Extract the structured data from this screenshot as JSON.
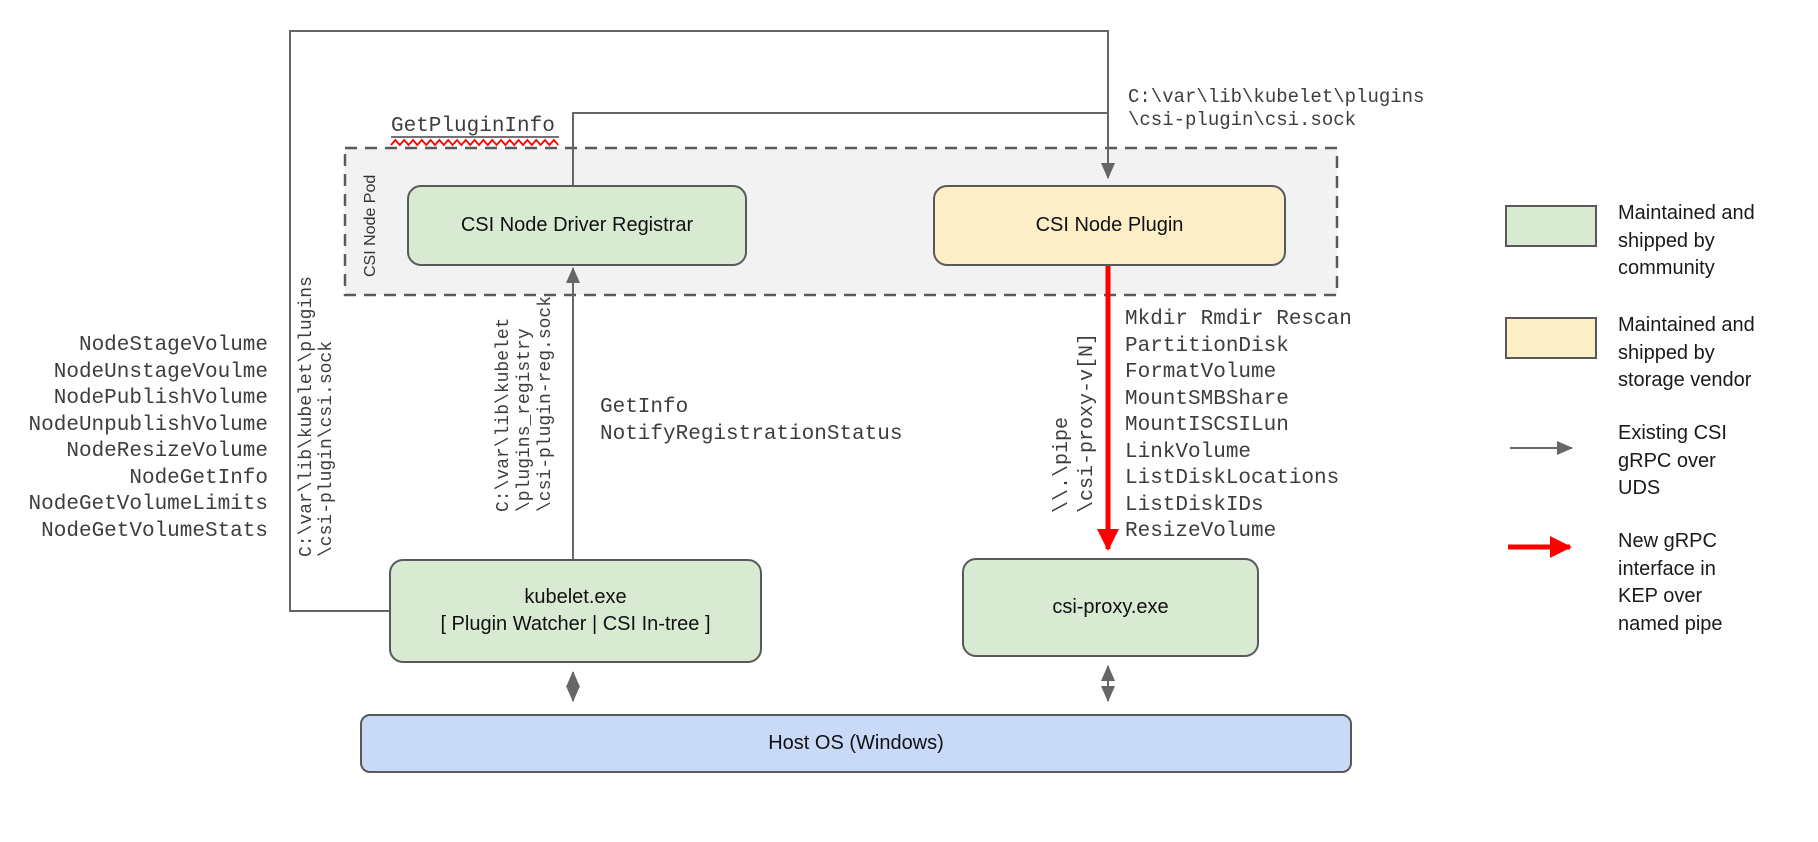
{
  "pod": {
    "title": "CSI Node Pod"
  },
  "nodes": {
    "registrar": "CSI Node Driver Registrar",
    "plugin": "CSI Node Plugin",
    "kubelet": [
      "kubelet.exe",
      "[ Plugin Watcher | CSI In-tree ]"
    ],
    "csi_proxy": "csi-proxy.exe",
    "host_os": "Host OS (Windows)"
  },
  "labels": {
    "get_plugin_info": "GetPluginInfo",
    "csi_sock_path": [
      "C:\\var\\lib\\kubelet\\plugins",
      "\\csi-plugin\\csi.sock"
    ],
    "registration_sock_path": [
      "C:\\var\\lib\\kubelet",
      "\\plugins_registry",
      "\\csi-plugin-reg.sock"
    ],
    "registration_calls": [
      "GetInfo",
      "NotifyRegistrationStatus"
    ],
    "named_pipe_path": [
      "\\\\.\\pipe",
      "\\csi-proxy-v[N]"
    ],
    "node_rpc_calls": [
      "NodeStageVolume",
      "NodeUnstageVoulme",
      "NodePublishVolume",
      "NodeUnpublishVolume",
      "NodeResizeVolume",
      "NodeGetInfo",
      "NodeGetVolumeLimits",
      "NodeGetVolumeStats"
    ],
    "proxy_rpc_calls": [
      "Mkdir Rmdir Rescan",
      "PartitionDisk",
      "FormatVolume",
      "MountSMBShare",
      "MountISCSILun",
      "LinkVolume",
      "ListDiskLocations",
      "ListDiskIDs",
      "ResizeVolume"
    ]
  },
  "legend": {
    "community": {
      "lines": [
        "Maintained and",
        "shipped by",
        "community"
      ]
    },
    "storage_vendor": {
      "lines": [
        "Maintained and",
        "shipped by",
        "storage vendor"
      ]
    },
    "existing_grpc": {
      "lines": [
        "Existing CSI",
        "gRPC over",
        "UDS"
      ]
    },
    "new_grpc": {
      "lines": [
        "New gRPC",
        "interface in",
        "KEP over",
        "named pipe"
      ]
    }
  },
  "colors": {
    "community_green": "#d9ead3",
    "storage_vendor_yellow": "#fceec7",
    "host_os_blue": "#c9daf8",
    "pod_background": "#f2f2f2",
    "connector_gray": "#666666",
    "border_gray": "#595959",
    "new_interface_red": "#ff0000",
    "spellcheck_squiggle_red": "#ff0000"
  }
}
